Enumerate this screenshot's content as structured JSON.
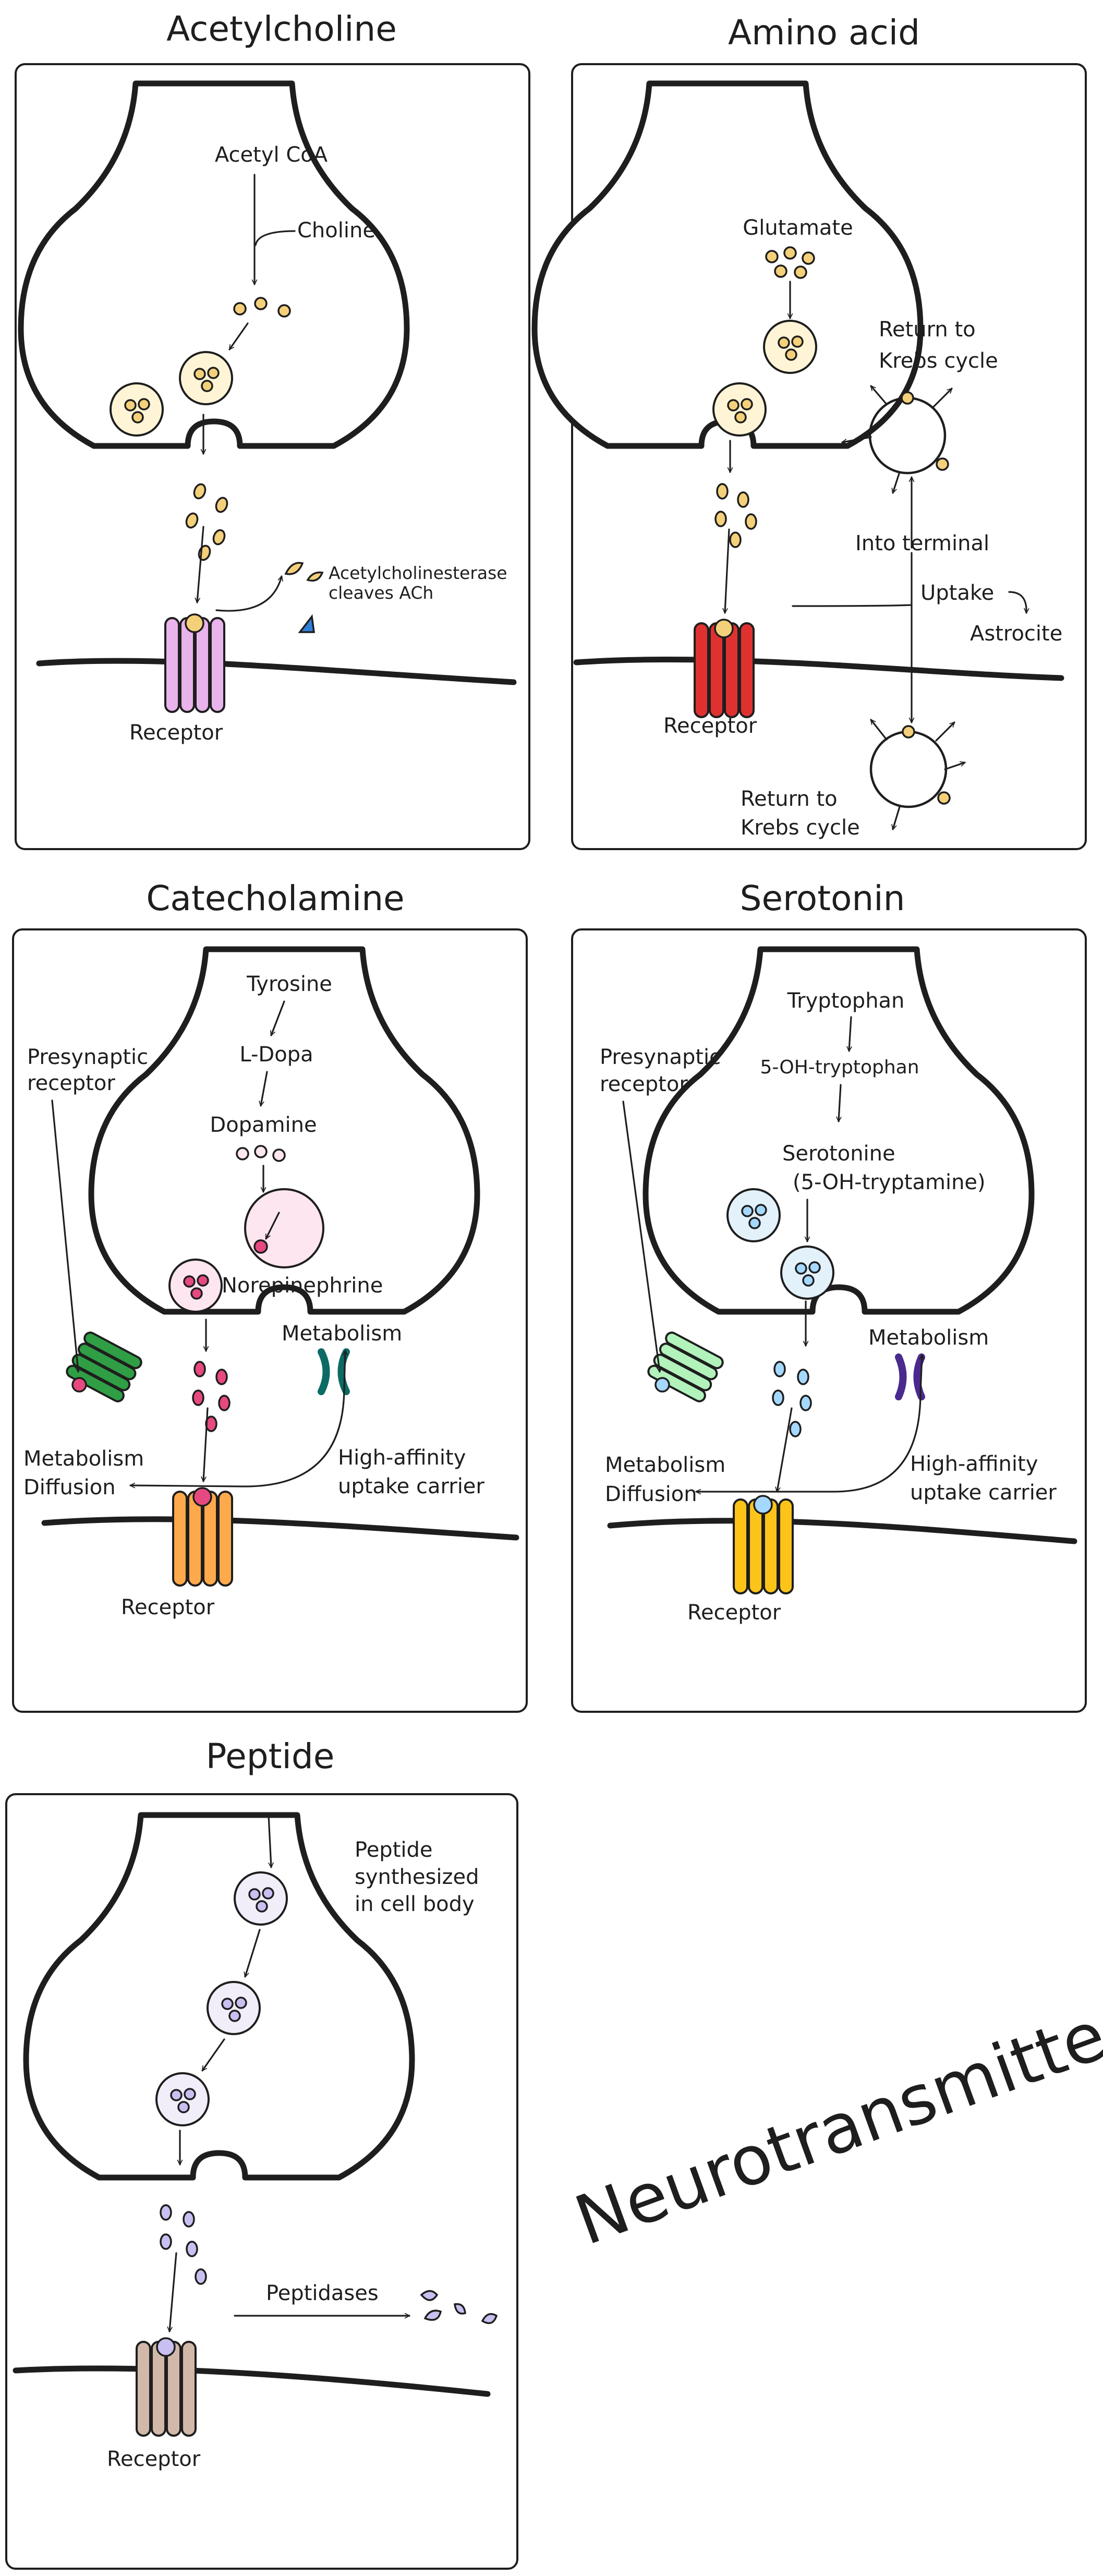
{
  "diagram_title": "Neurotransmitters",
  "panels": {
    "acetylcholine": {
      "title": "Acetylcholine",
      "acetyl_coa": "Acetyl CoA",
      "choline": "Choline",
      "enzyme_line1": "Acetylcholinesterase",
      "enzyme_line2": "cleaves ACh",
      "receptor": "Receptor",
      "vesicle_color": "#fff5d6",
      "dot_color": "#f4d07a",
      "receptor_color": "#e9b3ec",
      "receptor_dot_color": "#f4d07a",
      "enzyme_color": "#2f7ed8"
    },
    "amino_acid": {
      "title": "Amino acid",
      "glutamate": "Glutamate",
      "return_krebs_top_line1": "Return to",
      "return_krebs_top_line2": "Krebs cycle",
      "into_terminal": "Into terminal",
      "uptake": "Uptake",
      "astrocite": "Astrocite",
      "return_krebs_bottom_line1": "Return to",
      "return_krebs_bottom_line2": "Krebs cycle",
      "receptor": "Receptor",
      "vesicle_color": "#fff5d6",
      "dot_color": "#f4d07a",
      "receptor_color": "#e03131",
      "receptor_dot_color": "#f4d07a"
    },
    "catecholamine": {
      "title": "Catecholamine",
      "tyrosine": "Tyrosine",
      "l_dopa": "L-Dopa",
      "dopamine": "Dopamine",
      "norepinephrine": "Norepinephrine",
      "presynaptic_line1": "Presynaptic",
      "presynaptic_line2": "receptor",
      "metabolism_right": "Metabolism",
      "metabolism_left": "Metabolism",
      "diffusion": "Diffusion",
      "uptake_line1": "High-affinity",
      "uptake_line2": "uptake carrier",
      "receptor": "Receptor",
      "vesicle_color": "#fde6ef",
      "dot_color": "#e64980",
      "dopamine_dot_color": "#fde6ef",
      "receptor_color": "#ffa94d",
      "receptor_dot_color": "#e64980",
      "presynaptic_color": "#2f9e44",
      "carrier_color": "#0c6b63"
    },
    "serotonin": {
      "title": "Serotonin",
      "tryptophan": "Tryptophan",
      "oh_tryptophan": "5-OH-tryptophan",
      "serotonine": "Serotonine",
      "oh_tryptamine": "(5-OH-tryptamine)",
      "presynaptic_line1": "Presynaptic",
      "presynaptic_line2": "receptor",
      "metabolism_right": "Metabolism",
      "metabolism_left": "Metabolism",
      "diffusion": "Diffusion",
      "uptake_line1": "High-affinity",
      "uptake_line2": "uptake carrier",
      "receptor": "Receptor",
      "vesicle_color": "#e3f1fb",
      "dot_color": "#a5d8ff",
      "receptor_color": "#fcc419",
      "receptor_dot_color": "#a5d8ff",
      "presynaptic_color": "#b2f2bb",
      "carrier_color": "#4b2a8f"
    },
    "peptide": {
      "title": "Peptide",
      "synth_line1": "Peptide",
      "synth_line2": "synthesized",
      "synth_line3": "in cell body",
      "peptidases": "Peptidases",
      "receptor": "Receptor",
      "vesicle_color": "#f1eefa",
      "dot_color": "#c9bff0",
      "receptor_color": "#d2b8a8",
      "receptor_dot_color": "#c9bff0"
    }
  }
}
